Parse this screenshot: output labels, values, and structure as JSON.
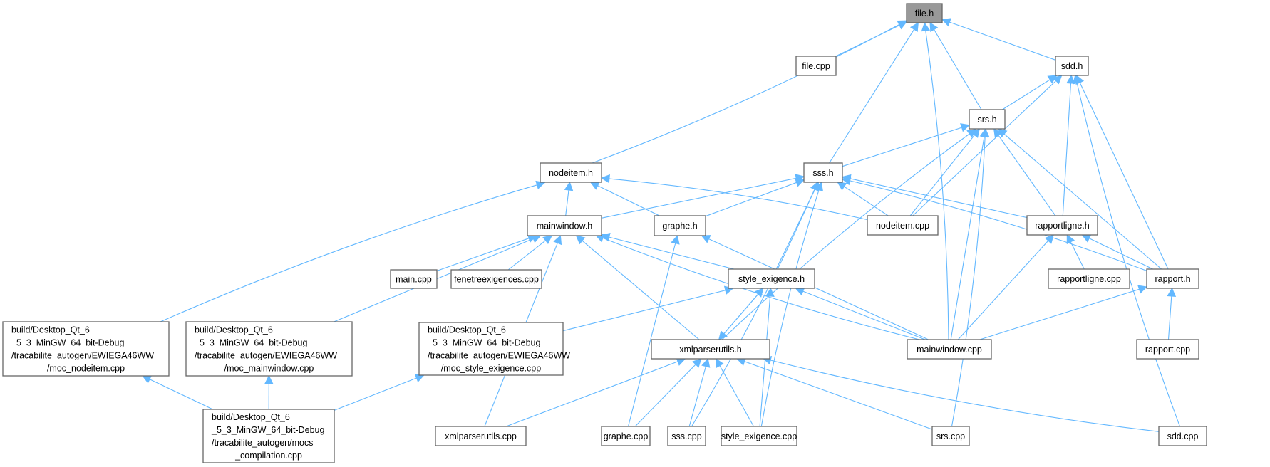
{
  "title": "file.h include dependency graph",
  "colors": {
    "edge": "#63b8ff",
    "root_fill": "#999999",
    "box_border": "#666666",
    "box_fill": "#ffffff"
  },
  "nodes": [
    {
      "id": "file_h",
      "label": [
        "file.h"
      ],
      "root": true
    },
    {
      "id": "file_cpp",
      "label": [
        "file.cpp"
      ]
    },
    {
      "id": "sdd_h",
      "label": [
        "sdd.h"
      ]
    },
    {
      "id": "srs_h",
      "label": [
        "srs.h"
      ]
    },
    {
      "id": "nodeitem_h",
      "label": [
        "nodeitem.h"
      ]
    },
    {
      "id": "sss_h",
      "label": [
        "sss.h"
      ]
    },
    {
      "id": "mainwindow_h",
      "label": [
        "mainwindow.h"
      ]
    },
    {
      "id": "graphe_h",
      "label": [
        "graphe.h"
      ]
    },
    {
      "id": "nodeitem_cpp",
      "label": [
        "nodeitem.cpp"
      ]
    },
    {
      "id": "rapportligne_h",
      "label": [
        "rapportligne.h"
      ]
    },
    {
      "id": "main_cpp",
      "label": [
        "main.cpp"
      ]
    },
    {
      "id": "fenetreexigences_cpp",
      "label": [
        "fenetreexigences.cpp"
      ]
    },
    {
      "id": "style_exigence_h",
      "label": [
        "style_exigence.h"
      ]
    },
    {
      "id": "rapportligne_cpp",
      "label": [
        "rapportligne.cpp"
      ]
    },
    {
      "id": "rapport_h",
      "label": [
        "rapport.h"
      ]
    },
    {
      "id": "moc_nodeitem",
      "label": [
        "build/Desktop_Qt_6",
        "_5_3_MinGW_64_bit-Debug",
        "/tracabilite_autogen/EWIEGA46WW",
        "/moc_nodeitem.cpp"
      ]
    },
    {
      "id": "moc_mainwindow",
      "label": [
        "build/Desktop_Qt_6",
        "_5_3_MinGW_64_bit-Debug",
        "/tracabilite_autogen/EWIEGA46WW",
        "/moc_mainwindow.cpp"
      ]
    },
    {
      "id": "moc_style_exigence",
      "label": [
        "build/Desktop_Qt_6",
        "_5_3_MinGW_64_bit-Debug",
        "/tracabilite_autogen/EWIEGA46WW",
        "/moc_style_exigence.cpp"
      ]
    },
    {
      "id": "xmlparserutils_h",
      "label": [
        "xmlparserutils.h"
      ]
    },
    {
      "id": "mainwindow_cpp",
      "label": [
        "mainwindow.cpp"
      ]
    },
    {
      "id": "rapport_cpp",
      "label": [
        "rapport.cpp"
      ]
    },
    {
      "id": "mocs_compilation",
      "label": [
        "build/Desktop_Qt_6",
        "_5_3_MinGW_64_bit-Debug",
        "/tracabilite_autogen/mocs",
        "_compilation.cpp"
      ]
    },
    {
      "id": "xmlparserutils_cpp",
      "label": [
        "xmlparserutils.cpp"
      ]
    },
    {
      "id": "graphe_cpp",
      "label": [
        "graphe.cpp"
      ]
    },
    {
      "id": "sss_cpp",
      "label": [
        "sss.cpp"
      ]
    },
    {
      "id": "style_exigence_cpp",
      "label": [
        "style_exigence.cpp"
      ]
    },
    {
      "id": "srs_cpp",
      "label": [
        "srs.cpp"
      ]
    },
    {
      "id": "sdd_cpp",
      "label": [
        "sdd.cpp"
      ]
    }
  ],
  "edges": [
    [
      "file_cpp",
      "file_h"
    ],
    [
      "nodeitem_h",
      "file_h"
    ],
    [
      "sss_h",
      "file_h"
    ],
    [
      "mainwindow_cpp",
      "file_h"
    ],
    [
      "srs_h",
      "file_h"
    ],
    [
      "sdd_h",
      "file_h"
    ],
    [
      "srs_h",
      "sdd_h"
    ],
    [
      "nodeitem_cpp",
      "sdd_h"
    ],
    [
      "rapportligne_h",
      "sdd_h"
    ],
    [
      "rapport_h",
      "sdd_h"
    ],
    [
      "sdd_cpp",
      "sdd_h"
    ],
    [
      "sss_h",
      "srs_h"
    ],
    [
      "xmlparserutils_h",
      "srs_h"
    ],
    [
      "nodeitem_cpp",
      "srs_h"
    ],
    [
      "mainwindow_cpp",
      "srs_h"
    ],
    [
      "rapportligne_h",
      "srs_h"
    ],
    [
      "rapport_h",
      "srs_h"
    ],
    [
      "srs_cpp",
      "srs_h"
    ],
    [
      "moc_nodeitem",
      "nodeitem_h"
    ],
    [
      "mainwindow_h",
      "nodeitem_h"
    ],
    [
      "graphe_h",
      "nodeitem_h"
    ],
    [
      "nodeitem_cpp",
      "nodeitem_h"
    ],
    [
      "mainwindow_h",
      "sss_h"
    ],
    [
      "graphe_h",
      "sss_h"
    ],
    [
      "style_exigence_h",
      "sss_h"
    ],
    [
      "sss_cpp",
      "sss_h"
    ],
    [
      "style_exigence_cpp",
      "sss_h"
    ],
    [
      "nodeitem_cpp",
      "sss_h"
    ],
    [
      "rapportligne_h",
      "sss_h"
    ],
    [
      "rapport_h",
      "sss_h"
    ],
    [
      "main_cpp",
      "mainwindow_h"
    ],
    [
      "fenetreexigences_cpp",
      "mainwindow_h"
    ],
    [
      "moc_mainwindow",
      "mainwindow_h"
    ],
    [
      "xmlparserutils_cpp",
      "mainwindow_h"
    ],
    [
      "xmlparserutils_h",
      "mainwindow_h"
    ],
    [
      "style_exigence_h",
      "mainwindow_h"
    ],
    [
      "mainwindow_cpp",
      "mainwindow_h"
    ],
    [
      "graphe_cpp",
      "graphe_h"
    ],
    [
      "mainwindow_cpp",
      "graphe_h"
    ],
    [
      "rapportligne_cpp",
      "rapportligne_h"
    ],
    [
      "rapport_h",
      "rapportligne_h"
    ],
    [
      "mainwindow_cpp",
      "rapportligne_h"
    ],
    [
      "moc_style_exigence",
      "style_exigence_h"
    ],
    [
      "xmlparserutils_h",
      "style_exigence_h"
    ],
    [
      "style_exigence_cpp",
      "style_exigence_h"
    ],
    [
      "mainwindow_cpp",
      "style_exigence_h"
    ],
    [
      "rapport_cpp",
      "rapport_h"
    ],
    [
      "mainwindow_cpp",
      "rapport_h"
    ],
    [
      "mocs_compilation",
      "moc_nodeitem"
    ],
    [
      "mocs_compilation",
      "moc_mainwindow"
    ],
    [
      "mocs_compilation",
      "moc_style_exigence"
    ],
    [
      "xmlparserutils_cpp",
      "xmlparserutils_h"
    ],
    [
      "graphe_cpp",
      "xmlparserutils_h"
    ],
    [
      "sss_cpp",
      "xmlparserutils_h"
    ],
    [
      "style_exigence_cpp",
      "xmlparserutils_h"
    ],
    [
      "srs_cpp",
      "xmlparserutils_h"
    ],
    [
      "sdd_cpp",
      "xmlparserutils_h"
    ],
    [
      "style_exigence_h",
      "xmlparserutils_h"
    ]
  ]
}
